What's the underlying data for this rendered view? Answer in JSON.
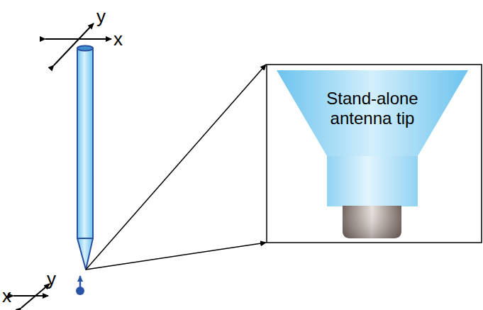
{
  "diagram": {
    "nodes": [
      {
        "text": [
          "Stand-alone antenna tip"
        ]
      }
    ],
    "labels": [
      "y",
      "x",
      "y",
      "x"
    ]
  }
}
